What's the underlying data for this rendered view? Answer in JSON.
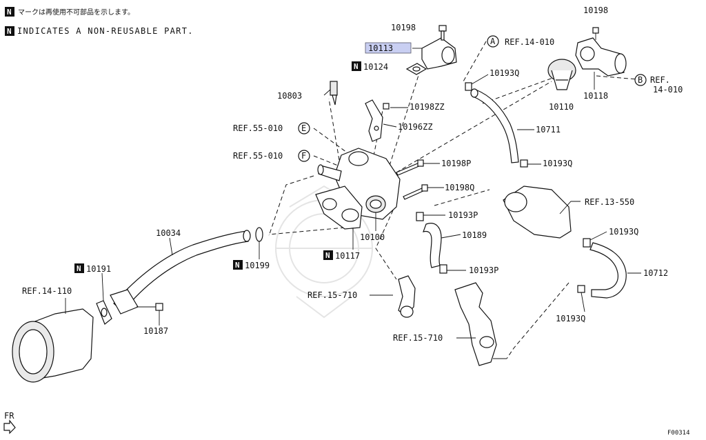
{
  "legend": {
    "badge": "N",
    "jp": "マークは再使用不可部品を示します。",
    "en": "INDICATES A NON-REUSABLE PART."
  },
  "labels": {
    "p10198_top": "10198",
    "p10198_tr": "10198",
    "p10113": "10113",
    "ref14010_a": "REF.14-010",
    "circle_a": "A",
    "circle_b": "B",
    "circle_e": "E",
    "circle_f": "F",
    "p10124": "10124",
    "p10193q_1": "10193Q",
    "p10110": "10110",
    "p10118": "10118",
    "refb_1": "REF.",
    "refb_2": "14-010",
    "p10803": "10803",
    "p10198zz": "10198ZZ",
    "p10196zz": "10196ZZ",
    "ref55010_e": "REF.55-010",
    "ref55010_f": "REF.55-010",
    "p10711": "10711",
    "p10198p": "10198P",
    "p10193q_2": "10193Q",
    "p10198q": "10198Q",
    "ref13550": "REF.13-550",
    "p10193p_1": "10193P",
    "p10193q_3": "10193Q",
    "p10034": "10034",
    "p10100": "10100",
    "p10189": "10189",
    "p10117": "10117",
    "p10199": "10199",
    "p10191": "10191",
    "p10193p_2": "10193P",
    "p10712": "10712",
    "ref14110": "REF.14-110",
    "ref15710_a": "REF.15-710",
    "p10193q_4": "10193Q",
    "p10187": "10187",
    "ref15710_b": "REF.15-710",
    "fr": "FR",
    "code": "F00314"
  }
}
